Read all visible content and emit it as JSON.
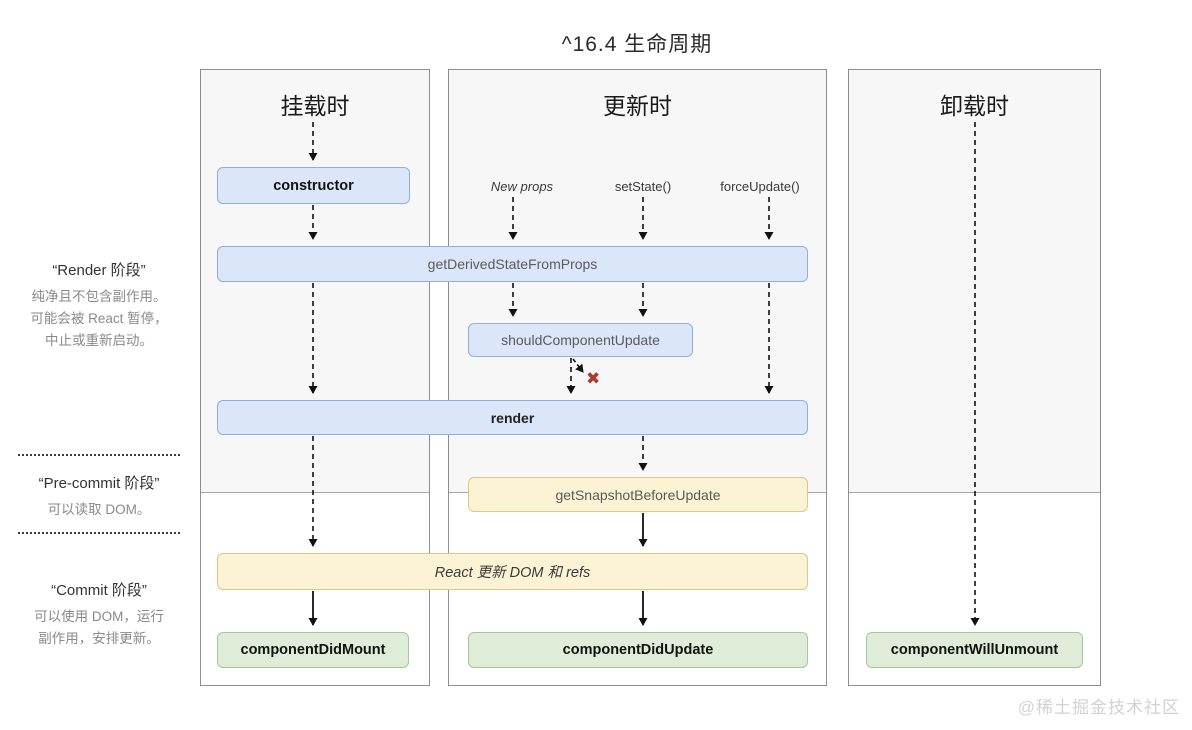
{
  "title": "^16.4 生命周期",
  "watermark": "@稀土掘金技术社区",
  "columns": {
    "mounting": "挂载时",
    "updating": "更新时",
    "unmounting": "卸载时"
  },
  "sidebar": {
    "render_phase": {
      "title": "“Render 阶段”",
      "lines": [
        "纯净且不包含副作用。",
        "可能会被 React 暂停，",
        "中止或重新启动。"
      ]
    },
    "pre_commit_phase": {
      "title": "“Pre-commit 阶段”",
      "lines": [
        "可以读取 DOM。"
      ]
    },
    "commit_phase": {
      "title": "“Commit 阶段”",
      "lines": [
        "可以使用 DOM，运行",
        "副作用，安排更新。"
      ]
    }
  },
  "triggers": {
    "new_props": "New props",
    "set_state": "setState()",
    "force_update": "forceUpdate()"
  },
  "boxes": {
    "constructor": "constructor",
    "get_derived_state_from_props": "getDerivedStateFromProps",
    "should_component_update": "shouldComponentUpdate",
    "render": "render",
    "get_snapshot_before_update": "getSnapshotBeforeUpdate",
    "react_updates_dom": "React 更新 DOM 和 refs",
    "component_did_mount": "componentDidMount",
    "component_did_update": "componentDidUpdate",
    "component_will_unmount": "componentWillUnmount"
  },
  "icons": {
    "abort_x": "✖"
  },
  "colors": {
    "blue_fill": "#dbe7f8",
    "blue_border": "#8fafdf",
    "yellow_fill": "#fcf3d4",
    "yellow_border": "#dcc788",
    "green_fill": "#dfecd8",
    "green_border": "#a6c799",
    "panel_bg": "#f7f7f7",
    "panel_border": "#8e8e8e",
    "abort_red": "#b03a2e"
  }
}
